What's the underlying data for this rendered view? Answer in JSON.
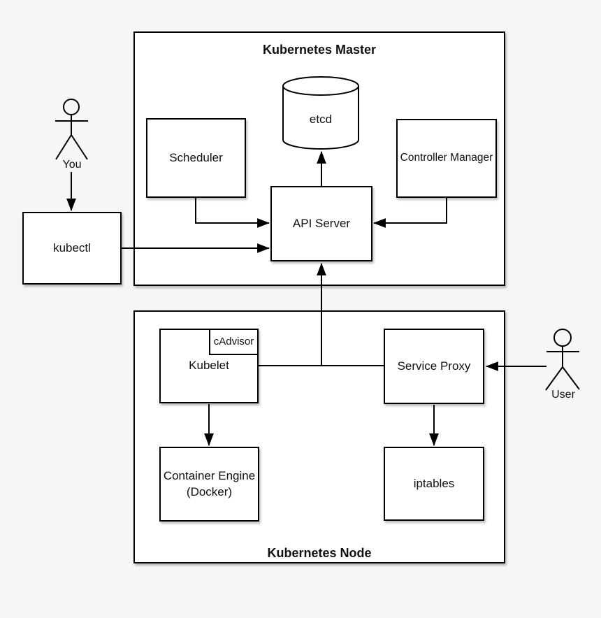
{
  "colors": {
    "background": "#f6f6f6",
    "box_fill": "#ffffff",
    "line": "#000000"
  },
  "master": {
    "title": "Kubernetes Master",
    "etcd": "etcd",
    "scheduler": "Scheduler",
    "controller_manager": "Controller Manager",
    "api_server": "API Server"
  },
  "node": {
    "title": "Kubernetes Node",
    "kubelet": "Kubelet",
    "cadvisor": "cAdvisor",
    "service_proxy": "Service Proxy",
    "container_engine_line1": "Container Engine",
    "container_engine_line2": "(Docker)",
    "iptables": "iptables"
  },
  "external": {
    "kubectl": "kubectl"
  },
  "actors": {
    "you": "You",
    "user": "User"
  },
  "edges": [
    {
      "from": "You",
      "to": "kubectl",
      "arrow": true
    },
    {
      "from": "kubectl",
      "to": "API Server",
      "arrow": true
    },
    {
      "from": "Scheduler",
      "to": "API Server",
      "arrow": true
    },
    {
      "from": "Controller Manager",
      "to": "API Server",
      "arrow": true
    },
    {
      "from": "API Server",
      "to": "etcd",
      "arrow": true
    },
    {
      "from": "Kubelet",
      "to": "API Server",
      "arrow": true
    },
    {
      "from": "Kubelet",
      "to": "Service Proxy",
      "arrow": false
    },
    {
      "from": "Kubelet",
      "to": "Container Engine (Docker)",
      "arrow": true
    },
    {
      "from": "Service Proxy",
      "to": "iptables",
      "arrow": true
    },
    {
      "from": "User",
      "to": "Service Proxy",
      "arrow": true
    }
  ]
}
